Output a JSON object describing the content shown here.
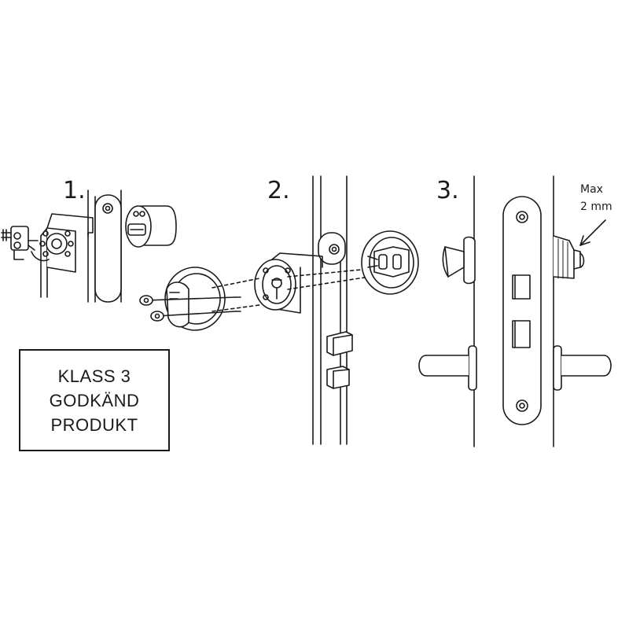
{
  "steps": [
    {
      "number": "1."
    },
    {
      "number": "2."
    },
    {
      "number": "3."
    }
  ],
  "certification": {
    "line1": "KLASS 3",
    "line2": "GODKÄND",
    "line3": "PRODUKT"
  },
  "note": {
    "line1": "Max",
    "line2": "2 mm"
  }
}
